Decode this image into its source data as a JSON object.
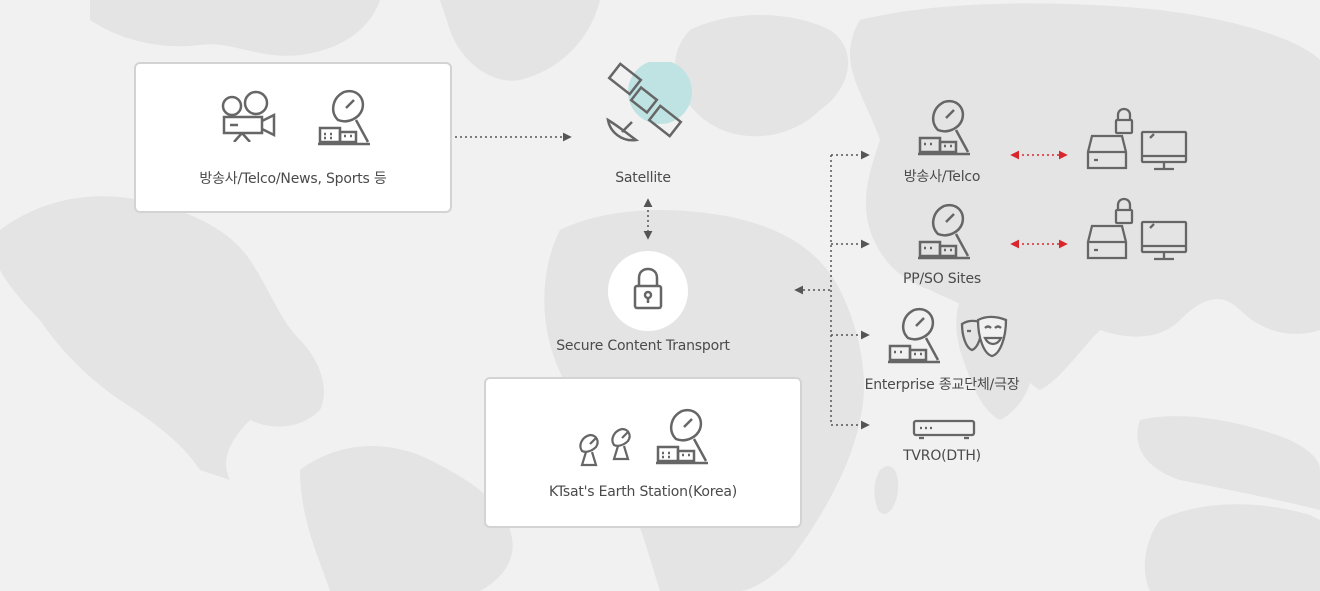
{
  "colors": {
    "background": "#f1f1f1",
    "map_land": "#e4e4e4",
    "icon_stroke": "#666666",
    "accent_teal": "#bfe3e3",
    "dashed_gray": "#555555",
    "dashed_red": "#d9262c"
  },
  "source_box": {
    "label": "방송사/Telco/News, Sports 등",
    "icons": [
      "movie-camera-icon",
      "satellite-dish-building-icon"
    ]
  },
  "satellite": {
    "label": "Satellite",
    "icon": "satellite-icon"
  },
  "secure_transport": {
    "label": "Secure Content Transport",
    "icon": "padlock-icon"
  },
  "earth_station": {
    "label": "KTsat's Earth Station(Korea)",
    "icons": [
      "small-dish-icon",
      "small-dish-icon",
      "satellite-dish-building-icon"
    ]
  },
  "destinations": [
    {
      "label": "방송사/Telco",
      "icon": "satellite-dish-building-icon",
      "secure_devices": true
    },
    {
      "label": "PP/SO Sites",
      "icon": "satellite-dish-building-icon",
      "secure_devices": true
    },
    {
      "label": "Enterprise 종교단체/극장",
      "icon": "satellite-dish-building-icon",
      "extra_icon": "theater-masks-icon"
    },
    {
      "label": "TVRO(DTH)",
      "icon": "set-top-box-icon"
    }
  ],
  "secure_devices": {
    "icons": [
      "locked-storage-icon",
      "monitor-icon"
    ]
  }
}
